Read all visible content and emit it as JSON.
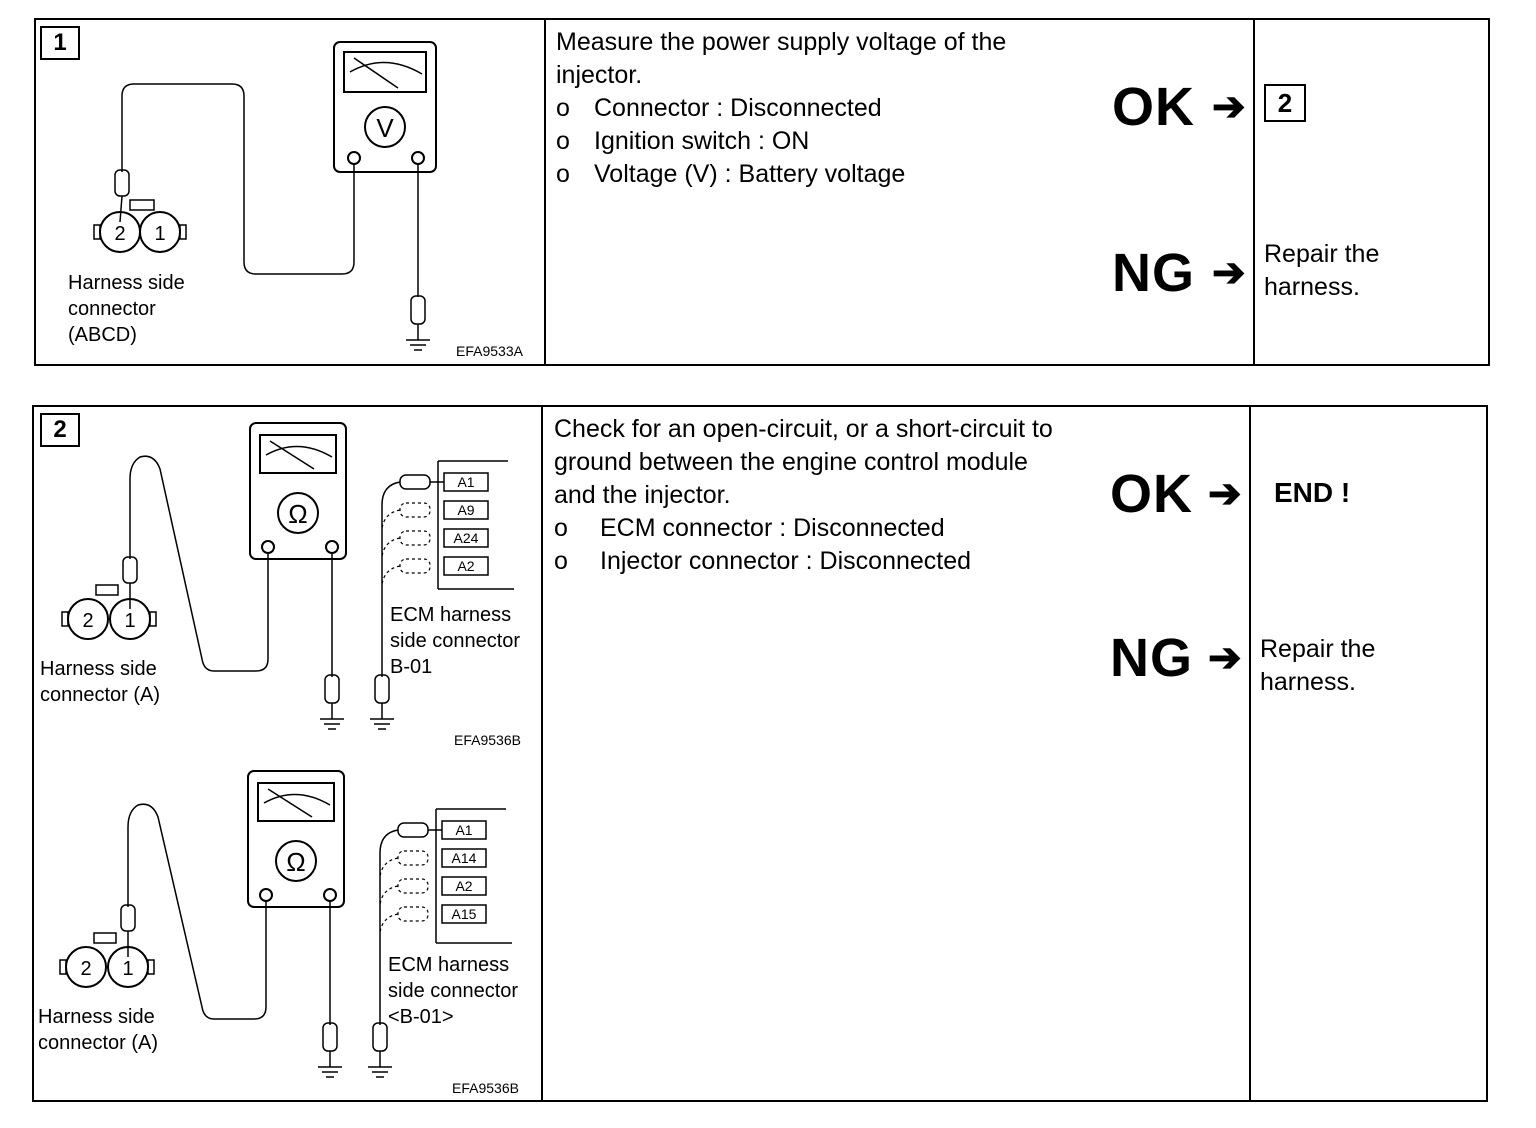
{
  "steps": [
    {
      "number": "1",
      "figure": {
        "connector_pins": [
          "2",
          "1"
        ],
        "meter_symbol": "V",
        "caption_lines": [
          "Harness side",
          "connector",
          "(ABCD)"
        ],
        "figure_id": "EFA9533A"
      },
      "instruction_lines": [
        "Measure the power supply voltage of the",
        "injector."
      ],
      "bullet_marker": "o",
      "bullets": [
        "Connector : Disconnected",
        "Ignition switch : ON",
        "Voltage (V) : Battery voltage"
      ],
      "ok": {
        "label": "OK",
        "arrow": "➔",
        "goto": "2"
      },
      "ng": {
        "label": "NG",
        "arrow": "➔",
        "result_lines": [
          "Repair the",
          "harness."
        ]
      }
    },
    {
      "number": "2",
      "figures": [
        {
          "connector_pins": [
            "2",
            "1"
          ],
          "meter_symbol": "Ω",
          "caption_lines": [
            "Harness side",
            "connector (A)"
          ],
          "ecm_pins": [
            "A1",
            "A9",
            "A24",
            "A2"
          ],
          "ecm_caption_lines": [
            "ECM harness",
            "side connector",
            "B-01"
          ],
          "figure_id": "EFA9536B"
        },
        {
          "connector_pins": [
            "2",
            "1"
          ],
          "meter_symbol": "Ω",
          "caption_lines": [
            "Harness side",
            "connector (A)"
          ],
          "ecm_pins": [
            "A1",
            "A14",
            "A2",
            "A15"
          ],
          "ecm_caption_lines": [
            "ECM harness",
            "side connector",
            "<B-01>"
          ],
          "figure_id": "EFA9536B"
        }
      ],
      "instruction_lines": [
        "Check for an open-circuit, or a short-circuit to",
        "ground between the engine control module",
        "and the injector."
      ],
      "bullet_marker": "o",
      "bullets": [
        "ECM connector : Disconnected",
        "Injector connector : Disconnected"
      ],
      "ok": {
        "label": "OK",
        "arrow": "➔",
        "result": "END !"
      },
      "ng": {
        "label": "NG",
        "arrow": "➔",
        "result_lines": [
          "Repair the",
          "harness."
        ]
      }
    }
  ]
}
